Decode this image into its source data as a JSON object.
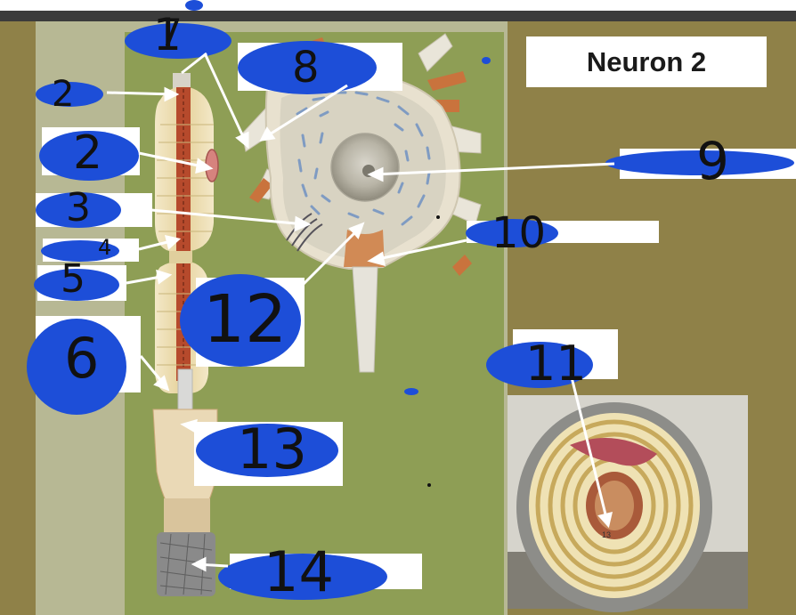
{
  "title": "Neuron 2",
  "labels": [
    "1",
    "2",
    "3",
    "4",
    "5",
    "6",
    "7",
    "8",
    "9",
    "10",
    "11",
    "12",
    "13",
    "14"
  ],
  "section_numeral": "13",
  "colors": {
    "background": "#8f8148",
    "board": "#8e9e55",
    "marker": "#1d4ed8",
    "arrow": "#ffffff"
  }
}
